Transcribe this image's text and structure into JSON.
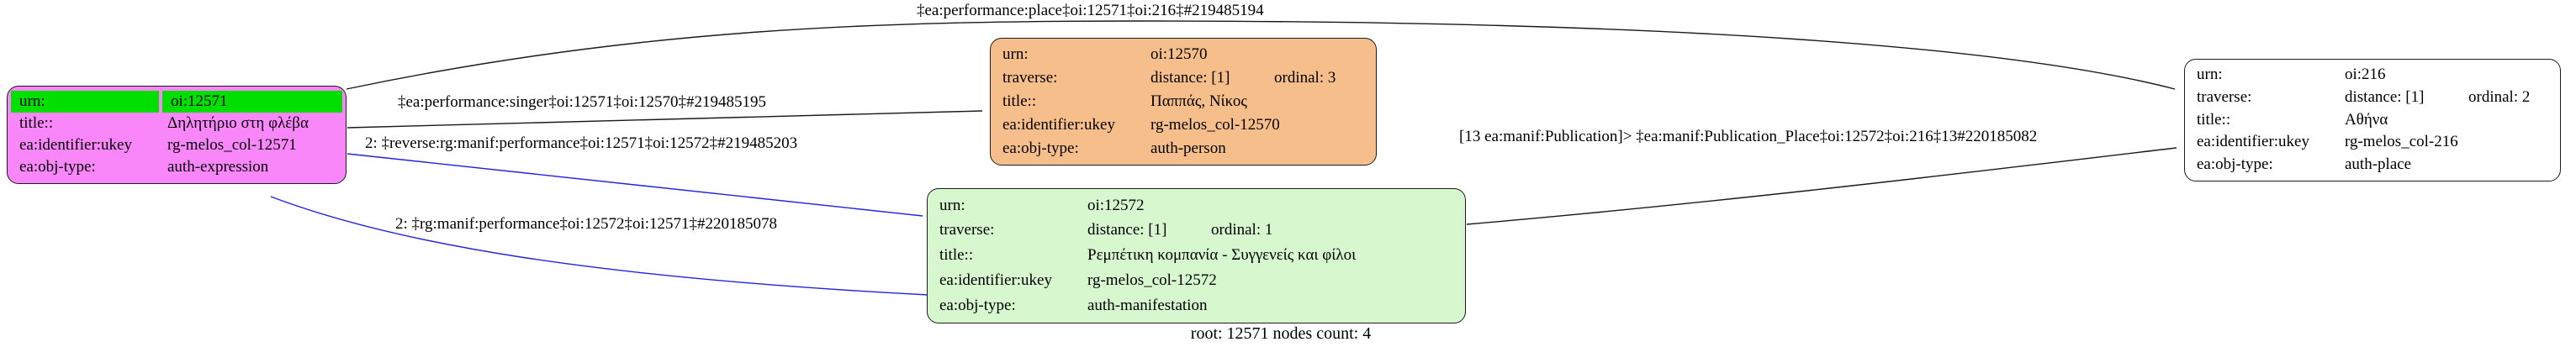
{
  "caption": "root: 12571 nodes count: 4",
  "colors": {
    "expression_fill": "#f987f9",
    "expression_header_fill": "#00df00",
    "person_fill": "#f6be8a",
    "manifestation_fill": "#d7f7cf",
    "place_fill": "#ffffff",
    "edge_black": "#1a1a1a",
    "edge_blue": "#2222dd"
  },
  "nodes": {
    "expression": {
      "rows": [
        {
          "k": "urn:",
          "v": "oi:12571"
        },
        {
          "k": "title::",
          "v": "Δηλητήριο στη φλέβα"
        },
        {
          "k": "ea:identifier:ukey",
          "v": "rg-melos_col-12571"
        },
        {
          "k": "ea:obj-type:",
          "v": "auth-expression"
        }
      ]
    },
    "person": {
      "rows": [
        {
          "k": "urn:",
          "v": "oi:12570"
        },
        {
          "k": "traverse:",
          "v": "distance: [1]",
          "e": "ordinal: 3"
        },
        {
          "k": "title::",
          "v": "Παππάς, Νίκος"
        },
        {
          "k": "ea:identifier:ukey",
          "v": "rg-melos_col-12570"
        },
        {
          "k": "ea:obj-type:",
          "v": "auth-person"
        }
      ]
    },
    "manifestation": {
      "rows": [
        {
          "k": "urn:",
          "v": "oi:12572"
        },
        {
          "k": "traverse:",
          "v": "distance: [1]",
          "e": "ordinal: 1"
        },
        {
          "k": "title::",
          "v": "Ρεμπέτικη κομπανία - Συγγενείς και φίλοι"
        },
        {
          "k": "ea:identifier:ukey",
          "v": "rg-melos_col-12572"
        },
        {
          "k": "ea:obj-type:",
          "v": "auth-manifestation"
        }
      ]
    },
    "place": {
      "rows": [
        {
          "k": "urn:",
          "v": "oi:216"
        },
        {
          "k": "traverse:",
          "v": "distance: [1]",
          "e": "ordinal: 2"
        },
        {
          "k": "title::",
          "v": "Αθήνα"
        },
        {
          "k": "ea:identifier:ukey",
          "v": "rg-melos_col-216"
        },
        {
          "k": "ea:obj-type:",
          "v": "auth-place"
        }
      ]
    }
  },
  "edges": {
    "performance_place": {
      "label": "‡ea:performance:place‡oi:12571‡oi:216‡#219485194"
    },
    "performance_singer": {
      "label": "‡ea:performance:singer‡oi:12571‡oi:12570‡#219485195"
    },
    "reverse_manif_performance": {
      "label": "2: ‡reverse:rg:manif:performance‡oi:12571‡oi:12572‡#219485203"
    },
    "manif_performance": {
      "label": "2: ‡rg:manif:performance‡oi:12572‡oi:12571‡#220185078"
    },
    "publication_place": {
      "label": "[13 ea:manif:Publication]> ‡ea:manif:Publication_Place‡oi:12572‡oi:216‡13#220185082"
    }
  }
}
